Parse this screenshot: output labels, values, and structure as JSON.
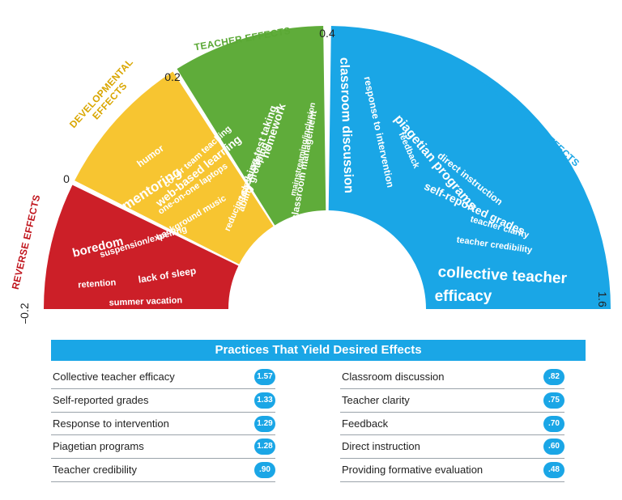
{
  "ticks": [
    "–0.2",
    "0",
    "0.2",
    "0.4",
    "1.6"
  ],
  "zones": [
    {
      "label": "REVERSE EFFECTS",
      "color": "#cc1f28",
      "text_color": "#c0141c",
      "practices": [
        "suspension/expelling",
        "boredom",
        "lack of sleep",
        "retention",
        "summer vacation"
      ]
    },
    {
      "label": "DEVELOPMENTAL EFFECTS",
      "label_lines": [
        "DEVELOPMENTAL",
        "EFFECTS"
      ],
      "color": "#f7c531",
      "text_color": "#d9a600",
      "practices": [
        "co- or team teaching",
        "web-based learning",
        "humor",
        "one-on-one laptops",
        "mentoring",
        "background music"
      ]
    },
    {
      "label": "TEACHER EFFECTS",
      "color": "#5fac3a",
      "text_color": "#5aa834",
      "practices": [
        "classroom management",
        "mainstreaming/inclusion",
        "homework",
        "teaching test taking",
        "ability grouping",
        "reducing class size"
      ]
    },
    {
      "label": "ZONE OF DESIRED EFFECTS",
      "color": "#1aa6e6",
      "text_color": "#1aa6e6",
      "practices": [
        "classroom discussion",
        "response to intervention",
        "feedback",
        "piagetian programs",
        "direct instruction",
        "self-reported grades",
        "teacher clarity",
        "teacher credibility",
        "collective teacher",
        "efficacy"
      ]
    }
  ],
  "table": {
    "title": "Practices That Yield Desired Effects",
    "left": [
      {
        "name": "Collective teacher efficacy",
        "value": "1.57"
      },
      {
        "name": "Self-reported grades",
        "value": "1.33"
      },
      {
        "name": "Response to intervention",
        "value": "1.29"
      },
      {
        "name": "Piagetian programs",
        "value": "1.28"
      },
      {
        "name": "Teacher credibility",
        "value": ".90"
      }
    ],
    "right": [
      {
        "name": "Classroom discussion",
        "value": ".82"
      },
      {
        "name": "Teacher clarity",
        "value": ".75"
      },
      {
        "name": "Feedback",
        "value": ".70"
      },
      {
        "name": "Direct instruction",
        "value": ".60"
      },
      {
        "name": "Providing formative evaluation",
        "value": ".48"
      }
    ]
  }
}
